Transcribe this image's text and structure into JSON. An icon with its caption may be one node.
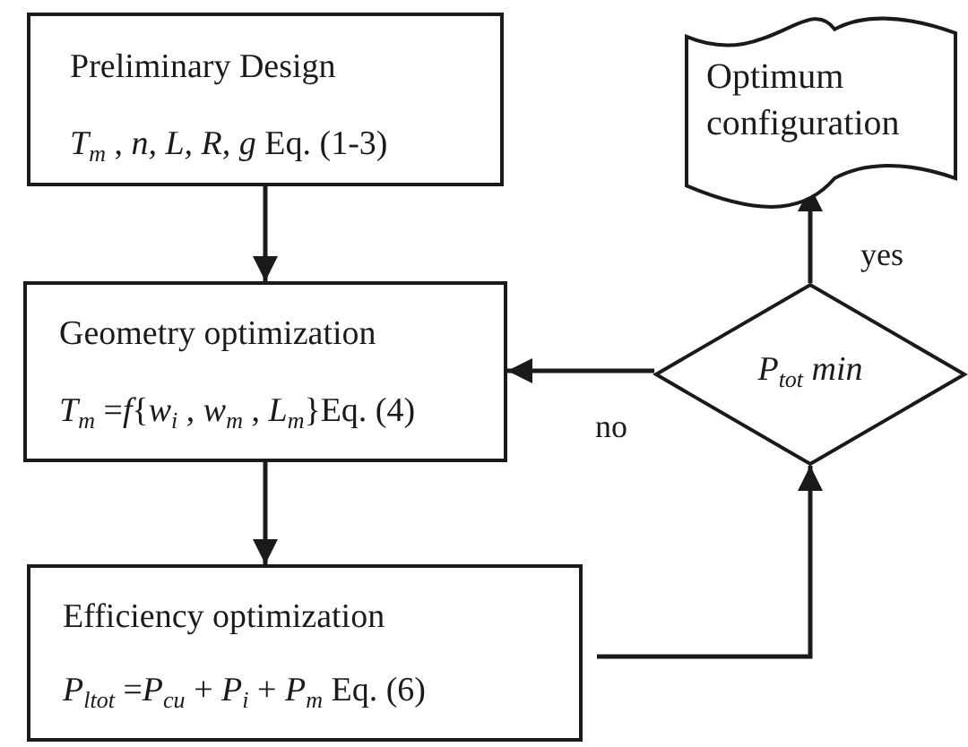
{
  "diagram": {
    "nodes": [
      {
        "text": [
          "Preliminary Design",
          "*T*$_{m}$ , *n, L, R, g*  Eq. (1-3)"
        ]
      },
      {
        "text": [
          "Geometry optimization",
          "*T*$_{m}$ =*f*{*w*$_{i}$ , *w*$_{m}$ , *L*$_{m}$}Eq. (4)"
        ]
      },
      {
        "text": [
          "Efficiency optimization",
          "*P*$_{ltot}$ =*P*$_{cu}$ + *P*$_{i}$ + *P*$_{m}$  Eq. (6)"
        ]
      },
      {
        "text": [
          "P$_{tot}$ min"
        ]
      },
      {
        "text": [
          "Optimum configuration"
        ]
      }
    ],
    "edges": [
      {
        "from": 0,
        "to": 1,
        "arrow": "to"
      },
      {
        "from": 1,
        "to": 2,
        "arrow": "to"
      },
      {
        "from": 2,
        "to": 3,
        "arrow": "to"
      },
      {
        "from": 3,
        "to": 1,
        "arrow": "to",
        "label": "no"
      },
      {
        "from": 3,
        "to": 4,
        "arrow": "to",
        "label": "yes"
      }
    ]
  }
}
